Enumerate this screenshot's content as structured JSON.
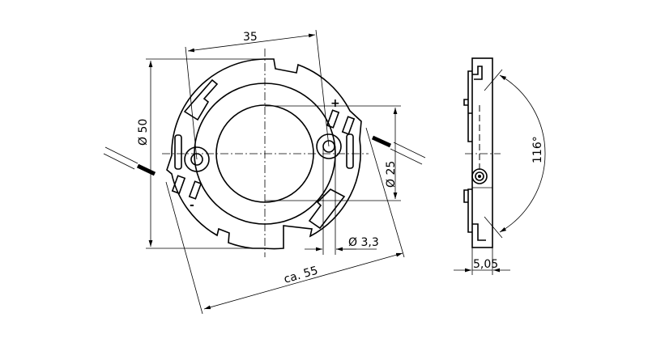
{
  "drawing": {
    "front_view": {
      "dim_width": "35",
      "dim_outer_diameter": "Ø 50",
      "dim_inner_diameter": "Ø 25",
      "dim_hole_diameter": "Ø 3,3",
      "dim_overall": "ca. 55",
      "polarity_plus": "+",
      "polarity_minus": "-"
    },
    "side_view": {
      "dim_thickness": "5,05",
      "dim_angle": "116°"
    }
  }
}
